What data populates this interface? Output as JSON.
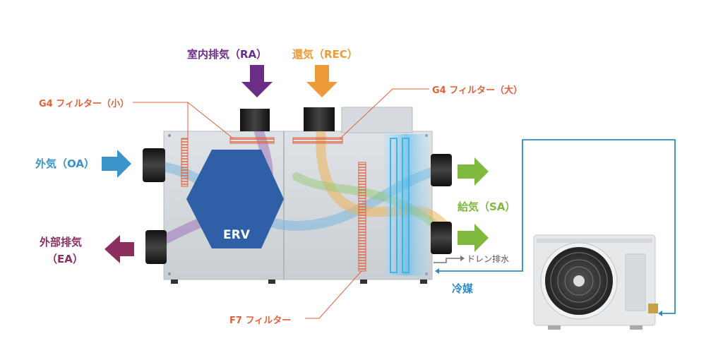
{
  "labels": {
    "ra": "室内排気（RA）",
    "rec": "還気（REC）",
    "filter_small": "G4 フィルター（小）",
    "filter_large": "G4 フィルター（大）",
    "oa": "外気（OA）",
    "sa": "給気（SA）",
    "ea_line1": "外部排気",
    "ea_line2": "（EA）",
    "erv": "ERV",
    "drain": "ドレン排水",
    "refrigerant": "冷媒",
    "filter_f7": "F7 フィルター"
  },
  "colors": {
    "filter_red": "#e0603a",
    "ra_purple": "#6b2d86",
    "rec_amber": "#ec9a3a",
    "oa_blue": "#3a93c9",
    "sa_green": "#7fba3f",
    "ea_plum": "#8a2f5e",
    "erv_blue": "#2f5fa6",
    "coil_cyan": "#3fb4ea",
    "pipe_blue": "#2c8ac8"
  }
}
